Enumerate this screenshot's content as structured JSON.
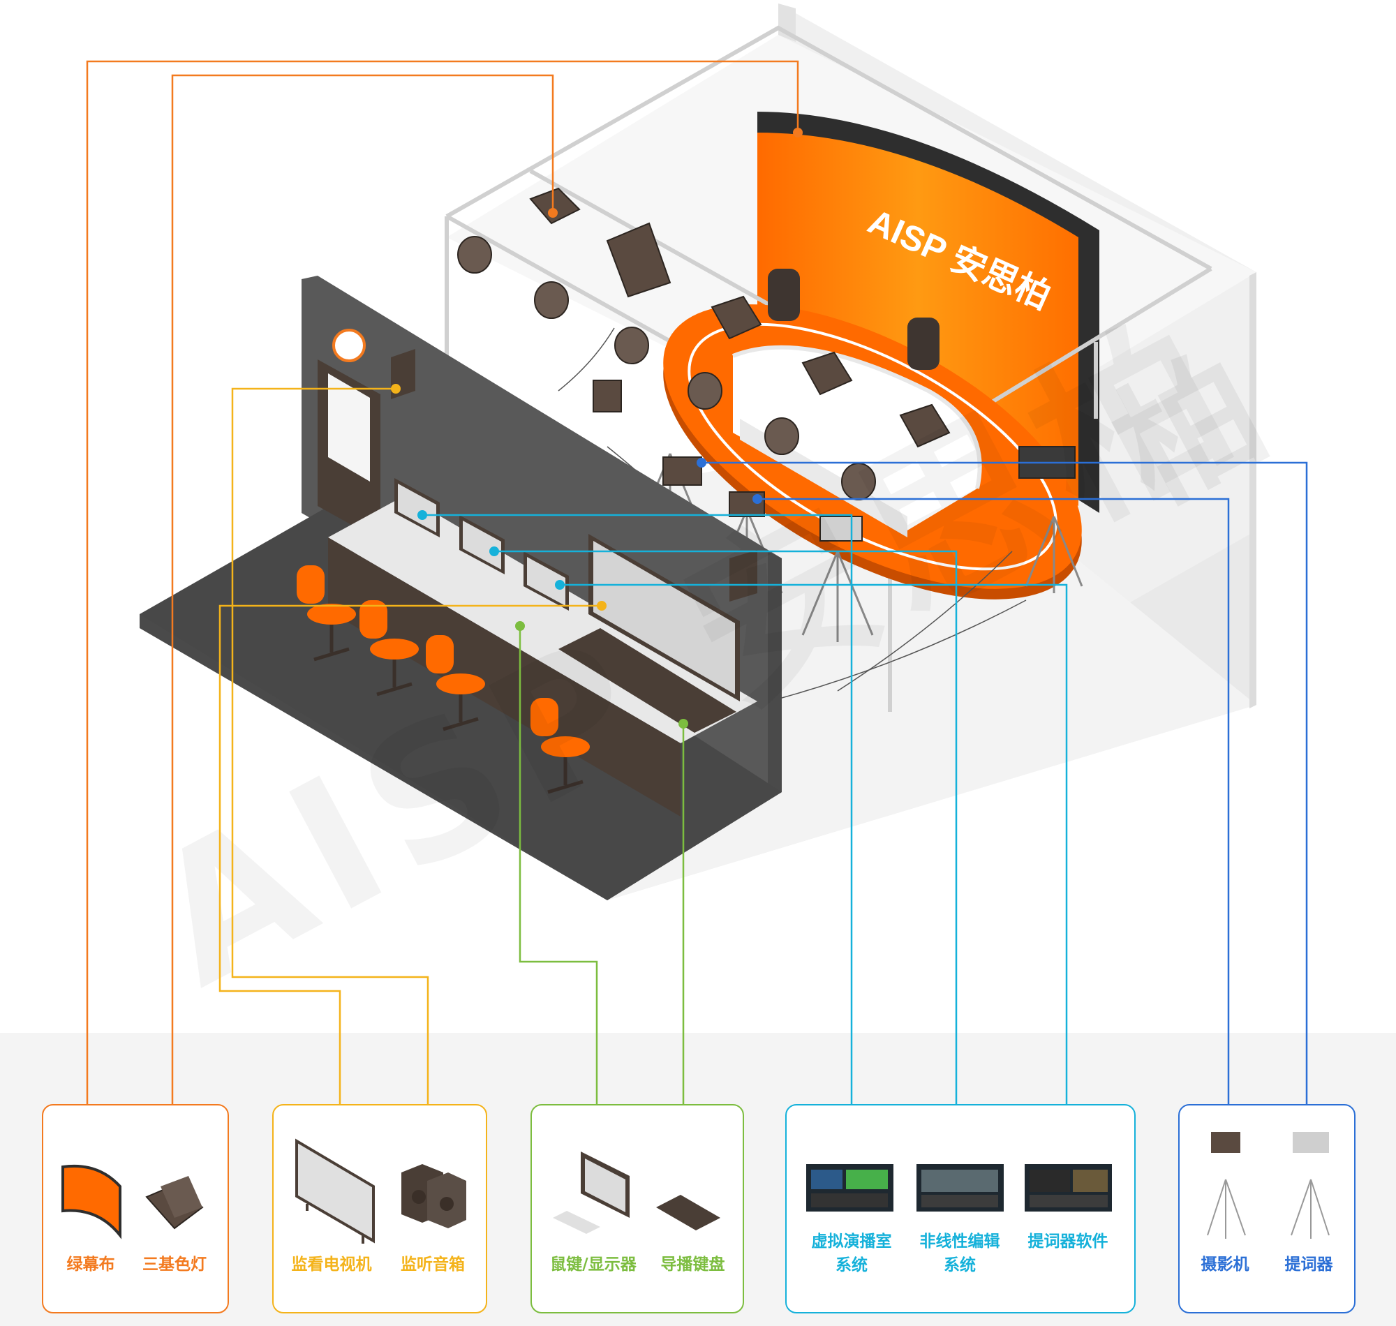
{
  "brand": {
    "logo_text": "AISP 安思柏",
    "watermark": "AISP 安思柏"
  },
  "colors": {
    "orange": "#f37a1f",
    "yellow": "#f4b31a",
    "green": "#7cbd3f",
    "cyan": "#15b1da",
    "blue": "#2b6fd6",
    "dark_wall": "#595959",
    "floor_dark": "#4a4a4a"
  },
  "groups": [
    {
      "id": "lighting",
      "color": "orange",
      "items": [
        "绿幕布",
        "三基色灯"
      ]
    },
    {
      "id": "monitoring",
      "color": "yellow",
      "items": [
        "监看电视机",
        "监听音箱"
      ]
    },
    {
      "id": "control",
      "color": "green",
      "items": [
        "鼠键/显示器",
        "导播键盘"
      ]
    },
    {
      "id": "software",
      "color": "cyan",
      "items": [
        "虚拟演播室\n系统",
        "非线性编辑\n系统",
        "提词器软件"
      ]
    },
    {
      "id": "capture",
      "color": "blue",
      "items": [
        "摄影机",
        "提词器"
      ]
    }
  ]
}
